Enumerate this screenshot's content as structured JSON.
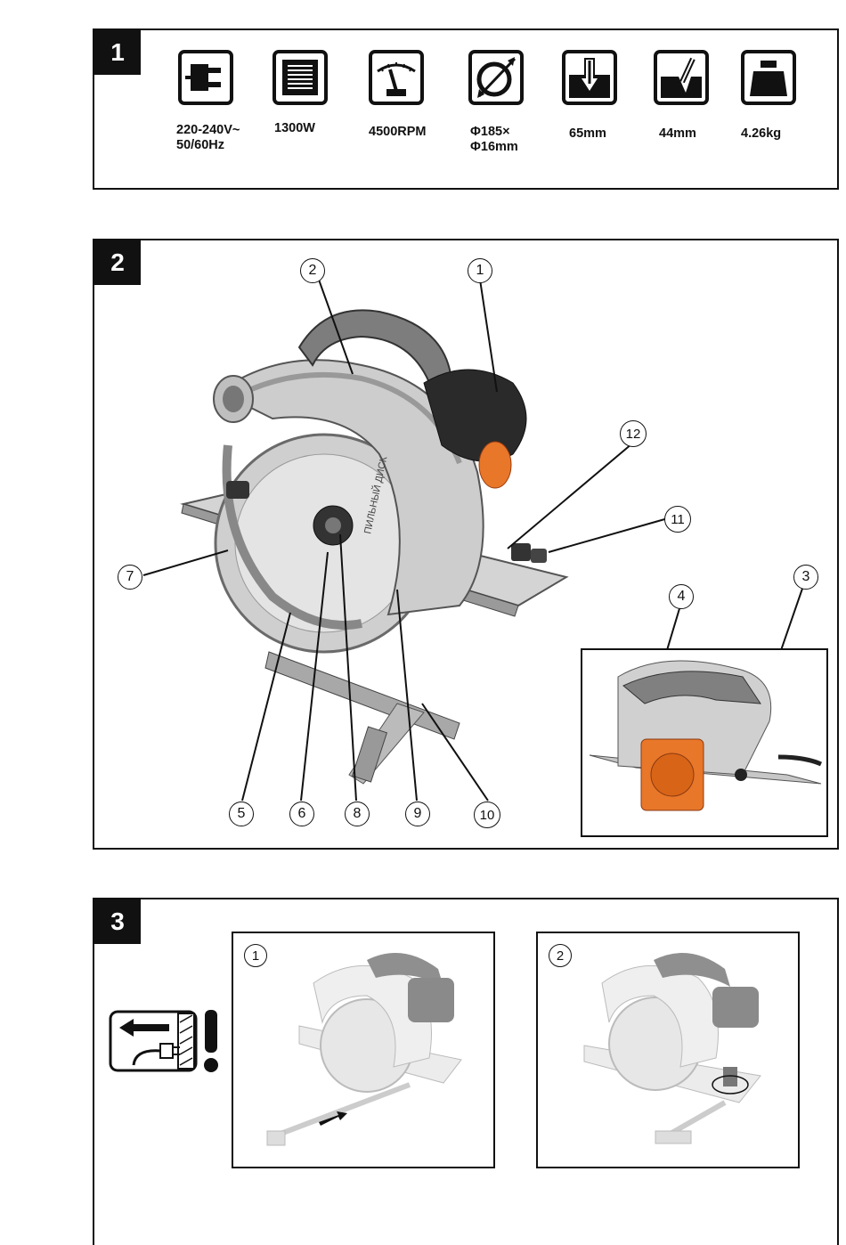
{
  "panels": [
    {
      "number": "1"
    },
    {
      "number": "2"
    },
    {
      "number": "3"
    }
  ],
  "specs": [
    {
      "icon": "plug-icon",
      "line1": "220-240V~",
      "line2": "50/60Hz"
    },
    {
      "icon": "motor-winding-icon",
      "line1": "1300W",
      "line2": ""
    },
    {
      "icon": "speed-gauge-icon",
      "line1": "4500RPM",
      "line2": ""
    },
    {
      "icon": "blade-diameter-icon",
      "line1": "Φ185×",
      "line2": "Φ16mm"
    },
    {
      "icon": "cut-depth-90-icon",
      "line1": "65mm",
      "line2": ""
    },
    {
      "icon": "cut-depth-45-icon",
      "line1": "44mm",
      "line2": ""
    },
    {
      "icon": "weight-icon",
      "line1": "4.26kg",
      "line2": ""
    }
  ],
  "callouts_panel2": [
    "1",
    "2",
    "3",
    "4",
    "5",
    "6",
    "7",
    "8",
    "9",
    "10",
    "11",
    "12"
  ],
  "steps_panel3": [
    "1",
    "2"
  ],
  "colors": {
    "ink": "#111111",
    "tool_gray": "#8a8a8a",
    "tool_silver": "#c9c9c9",
    "motor_orange": "#e8772a"
  }
}
